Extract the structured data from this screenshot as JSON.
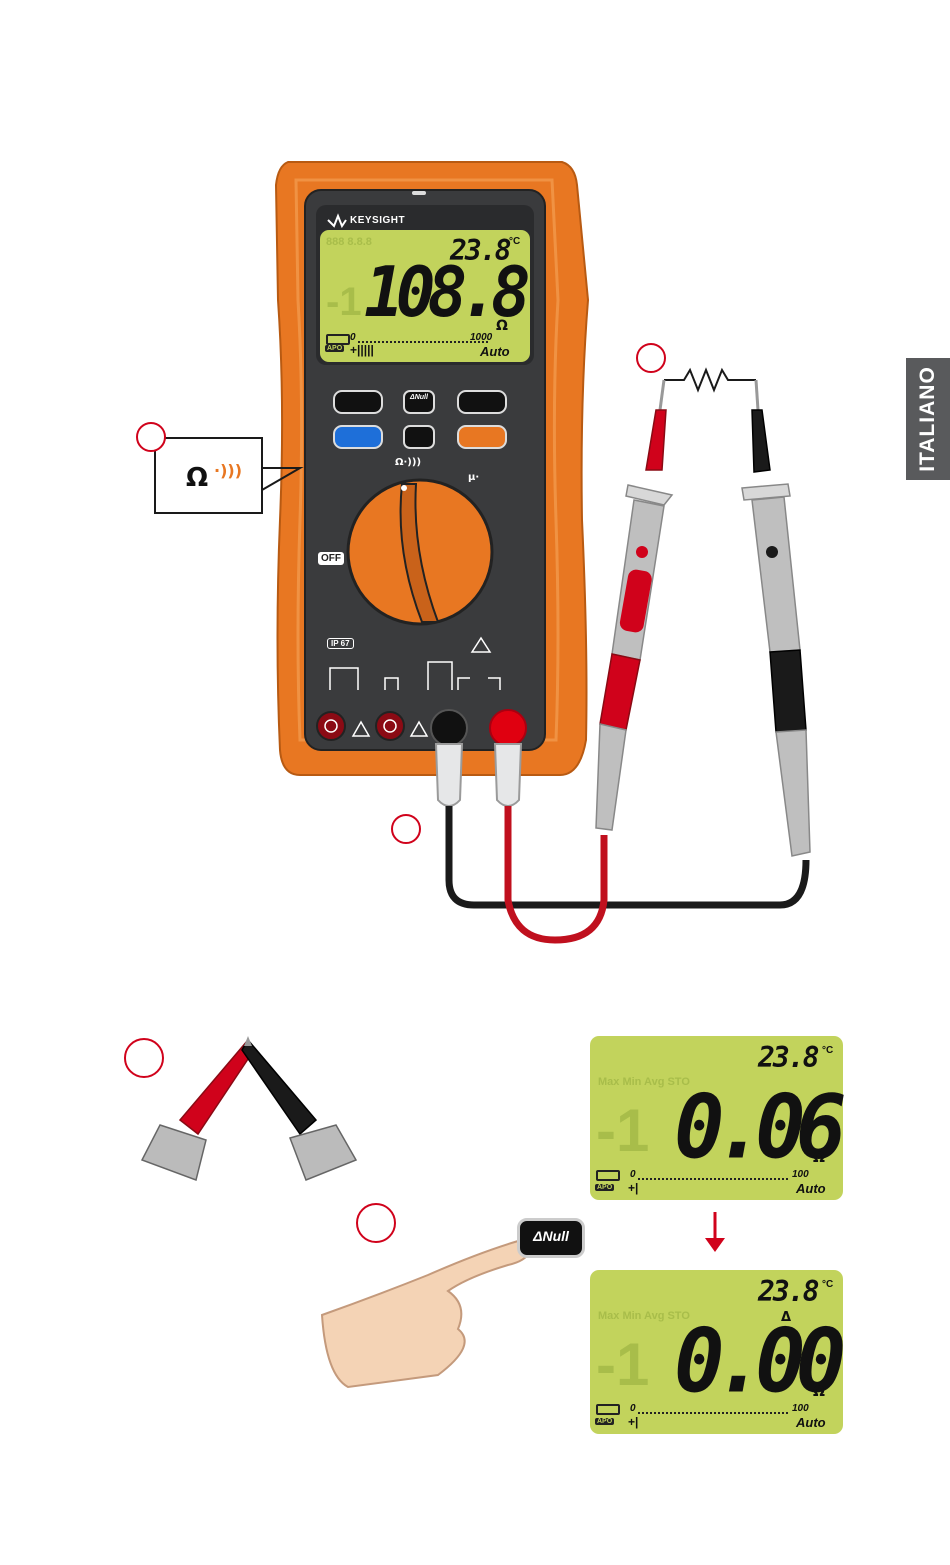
{
  "side_tab": {
    "label": "ITALIANO"
  },
  "meter": {
    "brand": "KEYSIGHT",
    "display": {
      "secondary_value": "23.8",
      "secondary_unit": "°C",
      "primary_value": "108.8",
      "unit": "Ω",
      "bar_scale_min": "0",
      "bar_scale_max": "1000",
      "range_mode": "Auto",
      "apo_label": "APO"
    },
    "keys": {
      "null_label": "ΔNull"
    },
    "dial_labels": {
      "off": "OFF",
      "ip_rating": "IP 67",
      "ohm_continuity": "Ω·)))",
      "micro": "μ·"
    }
  },
  "callout": {
    "symbol": "Ω",
    "continuity_symbol": "·)))"
  },
  "display_before_null": {
    "secondary_value": "23.8",
    "secondary_unit": "°C",
    "primary_value": "0.06",
    "unit": "Ω",
    "bar_scale_min": "0",
    "bar_scale_max": "100",
    "range_mode": "Auto",
    "apo_label": "APO",
    "ghost_text": "Max Min Avg STO"
  },
  "display_after_null": {
    "secondary_value": "23.8",
    "secondary_unit": "°C",
    "delta_marker": "Δ",
    "primary_value": "0.00",
    "unit": "Ω",
    "bar_scale_min": "0",
    "bar_scale_max": "100",
    "range_mode": "Auto",
    "apo_label": "APO",
    "ghost_text": "Max Min Avg STO"
  },
  "null_button": {
    "label": "ΔNull"
  },
  "colors": {
    "meter_orange": "#e87722",
    "lcd_green": "#c2d35c",
    "lead_red": "#d0021b",
    "lead_black": "#1a1a1a",
    "step_circle": "#d0021b",
    "side_tab": "#595a5c"
  }
}
